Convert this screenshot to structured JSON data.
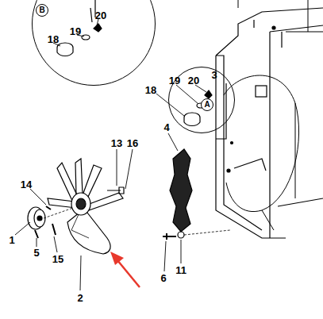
{
  "diagram": {
    "nodes": [
      {
        "text": [
          "B",
          "20",
          "19",
          "18"
        ]
      },
      {
        "text": [
          "19",
          "20",
          "3",
          "A"
        ]
      }
    ],
    "labels": [
      "18",
      "13",
      "16",
      "4",
      "14",
      "1",
      "5",
      "15",
      "2",
      "6",
      "11"
    ]
  }
}
